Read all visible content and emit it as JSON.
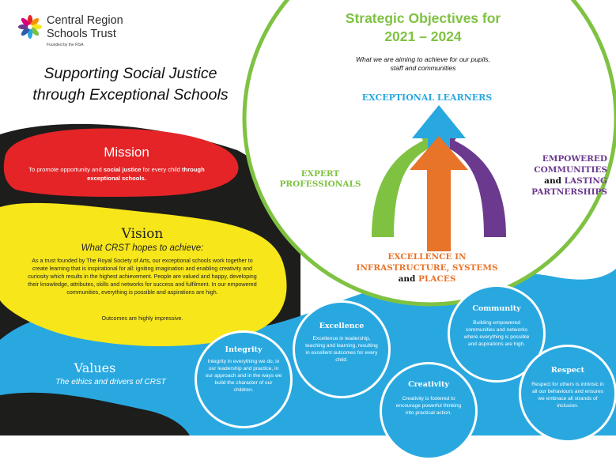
{
  "colors": {
    "red": "#e42427",
    "yellow": "#f6e61a",
    "blue": "#29a8e0",
    "black": "#1d1d1b",
    "green": "#7fc242",
    "orange": "#e8742a",
    "purple": "#6b3a8e"
  },
  "logo": {
    "line1": "Central Region",
    "line2": "Schools Trust",
    "founded": "Founded by the RSA"
  },
  "tagline": {
    "line1": "Supporting Social Justice",
    "line2": "through Exceptional Schools"
  },
  "mission": {
    "title": "Mission",
    "text_a": "To promote opportunity and ",
    "text_b": "social justice",
    "text_c": " for every child ",
    "text_d": "through exceptional schools."
  },
  "vision": {
    "title": "Vision",
    "subtitle": "What CRST hopes to achieve:",
    "text": "As a trust founded by The Royal Society of Arts, our exceptional schools work together to create learning that is inspirational for all: igniting imagination and enabling creativity and curiosity which results in the highest achievement. People are valued and happy, developing their knowledge, attributes, skills and networks for success and fulfilment. In our empowered communities, everything is possible and aspirations are high.",
    "outcomes": "Outcomes are highly impressive."
  },
  "values": {
    "title": "Values",
    "subtitle": "The ethics and drivers of CRST"
  },
  "objectives": {
    "title_line1": "Strategic Objectives for",
    "title_line2": "2021 – 2024",
    "subtitle_line1": "What we are aiming to achieve for our pupils,",
    "subtitle_line2": "staff and communities",
    "exceptional": "EXCEPTIONAL LEARNERS",
    "expert_line1": "EXPERT",
    "expert_line2": "PROFESSIONALS",
    "empowered_line1": "EMPOWERED",
    "empowered_line2": "COMMUNITIES",
    "empowered_and": "and ",
    "empowered_line3": "LASTING",
    "empowered_line4": "PARTNERSHIPS",
    "excellence_line1": "EXCELLENCE IN",
    "excellence_line2": "INFRASTRUCTURE, SYSTEMS",
    "excellence_and": "and ",
    "excellence_line3": "PLACES"
  },
  "value_circles": [
    {
      "title": "Integrity",
      "text": "Integrity in everything we do, in our leadership and practice, in our approach and in the ways we build the character of our children."
    },
    {
      "title": "Excellence",
      "text": "Excellence in leadership, teaching and learning, resulting in excellent outcomes for every child."
    },
    {
      "title": "Creativity",
      "text": "Creativity is fostered to encourage powerful thinking into practical action."
    },
    {
      "title": "Community",
      "text": "Building empowered communities and networks where everything is possible and aspirations are high."
    },
    {
      "title": "Respect",
      "text": "Respect for others is intrinsic in all our behaviours and ensures we embrace all strands of inclusion."
    }
  ]
}
